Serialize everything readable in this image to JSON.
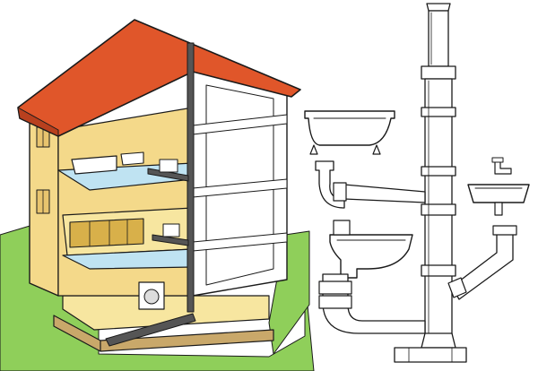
{
  "figure": {
    "kind": "plumbing-drainage-illustration",
    "panels": [
      "house-cutaway",
      "drain-stack-schematic"
    ],
    "colors": {
      "roof": "#e0562a",
      "roof_dark": "#b8401e",
      "facade": "#f4d98a",
      "facade_shade": "#e8c46e",
      "grass": "#8fcf5a",
      "grass_dark": "#5fa03a",
      "soil": "#c9a86a",
      "floor_blue": "#bfe3f2",
      "floor_yellow": "#f7e6a0",
      "cabinet": "#d8b04a",
      "pipe_dark": "#555555",
      "outline": "#1a1a1a",
      "fixture_white": "#ffffff"
    },
    "fixtures": [
      "bathtub",
      "kitchen-sink",
      "toilet",
      "washbasin",
      "washing-machine",
      "vent-stack"
    ]
  }
}
